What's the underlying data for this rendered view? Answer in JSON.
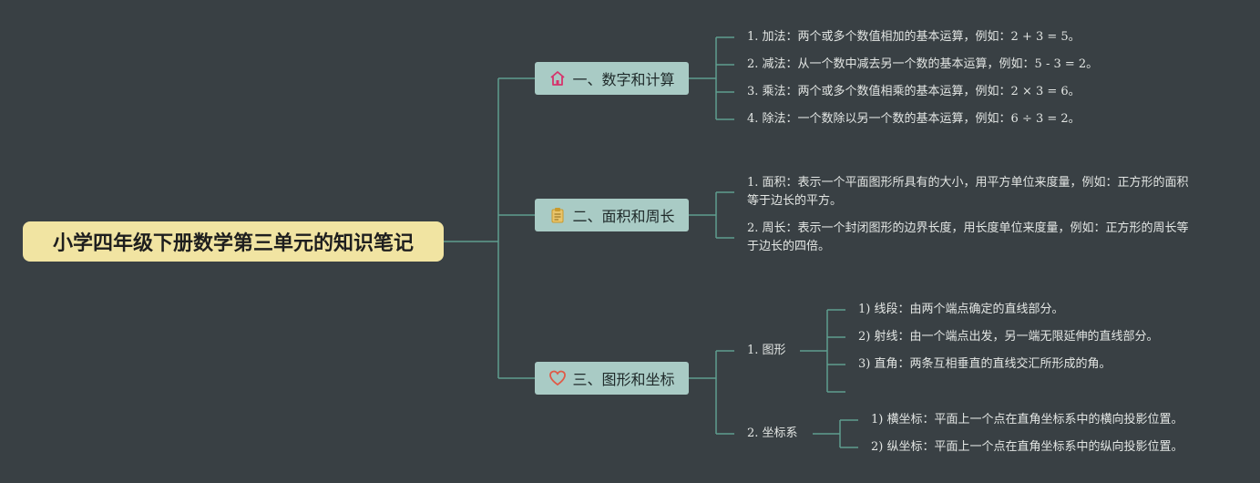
{
  "root": {
    "title": "小学四年级下册数学第三单元的知识笔记"
  },
  "branches": [
    {
      "label": "一、数字和计算",
      "icon": "house-icon",
      "items": [
        "1. 加法：两个或多个数值相加的基本运算，例如：2 + 3 = 5。",
        "2. 减法：从一个数中减去另一个数的基本运算，例如：5 - 3 = 2。",
        "3. 乘法：两个或多个数值相乘的基本运算，例如：2 × 3 = 6。",
        "4. 除法：一个数除以另一个数的基本运算，例如：6 ÷ 3 = 2。"
      ]
    },
    {
      "label": "二、面积和周长",
      "icon": "clipboard-icon",
      "items": [
        "1. 面积：表示一个平面图形所具有的大小，用平方单位来度量，例如：正方形的面积等于边长的平方。",
        "2. 周长：表示一个封闭图形的边界长度，用长度单位来度量，例如：正方形的周长等于边长的四倍。"
      ]
    },
    {
      "label": "三、图形和坐标",
      "icon": "heart-icon",
      "groups": [
        {
          "label": "1. 图形",
          "items": [
            "1) 线段：由两个端点确定的直线部分。",
            "2) 射线：由一个端点出发，另一端无限延伸的直线部分。",
            "3) 直角：两条互相垂直的直线交汇所形成的角。"
          ]
        },
        {
          "label": "2. 坐标系",
          "items": [
            "1) 横坐标：平面上一个点在直角坐标系中的横向投影位置。",
            "2) 纵坐标：平面上一个点在直角坐标系中的纵向投影位置。"
          ]
        }
      ]
    }
  ],
  "colors": {
    "background": "#394044",
    "root": "#f1e4a2",
    "branch": "#a9cbc5",
    "line": "#5f9e8f"
  }
}
